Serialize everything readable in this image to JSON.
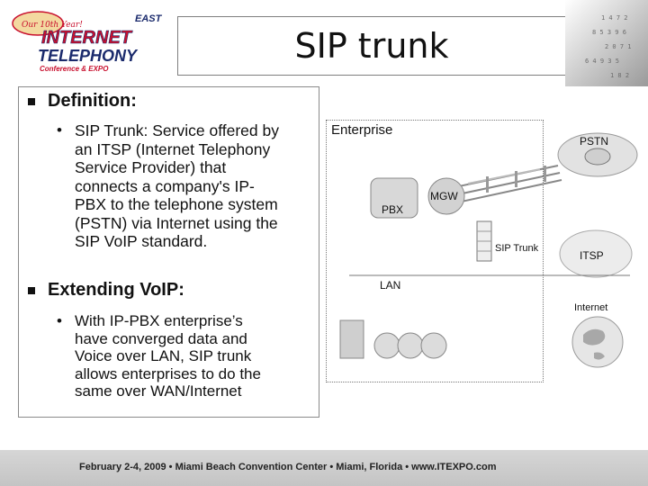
{
  "logo": {
    "badge": "Our 10th Year!",
    "tag": "EAST",
    "line1": "INTERNET",
    "line2": "TELEPHONY",
    "line3": "Conference & EXPO"
  },
  "title": "SIP trunk",
  "sections": [
    {
      "heading": "Definition:",
      "bullet_lines": [
        "SIP Trunk: Service offered by",
        "an ITSP (Internet Telephony",
        "Service Provider) that",
        "connects a company's IP-",
        "PBX to the telephone system",
        "(PSTN) via Internet using the",
        "SIP VoIP standard."
      ]
    },
    {
      "heading": "Extending VoIP:",
      "bullet_lines": [
        "With IP-PBX enterprise’s",
        "have converged data and",
        "Voice over LAN, SIP trunk",
        "allows enterprises to do the",
        "same over WAN/Internet"
      ]
    }
  ],
  "diagram": {
    "enterprise": "Enterprise",
    "pstn": "PSTN",
    "pbx": "PBX",
    "mgw": "MGW",
    "sip_trunk": "SIP Trunk",
    "itsp": "ITSP",
    "lan": "LAN",
    "internet": "Internet"
  },
  "footer": "February 2-4, 2009  •  Miami Beach Convention Center  •  Miami, Florida  •  www.ITEXPO.com",
  "colors": {
    "logo_red": "#c8102e",
    "logo_navy": "#1a2a6c",
    "footer_bg": "#cccccc"
  }
}
